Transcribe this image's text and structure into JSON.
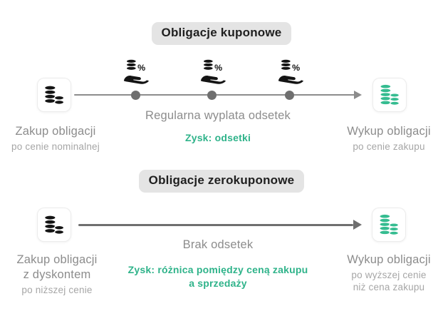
{
  "diagram": {
    "sections": [
      {
        "badge": "Obligacje kuponowe",
        "start": {
          "icon": "black-coins-icon",
          "title": "Zakup obligacji",
          "subtitle": "po cenie nominalnej"
        },
        "timeline": {
          "label": "Regularna wyplata odsetek",
          "profit": "Zysk: odsetki",
          "milestone_count": 3,
          "milestone_icon": "coins-percent-hand-icon",
          "percent_symbol": "%"
        },
        "end": {
          "icon": "green-coins-icon",
          "title": "Wykup obligacji",
          "subtitle": "po cenie zakupu"
        }
      },
      {
        "badge": "Obligacje zerokuponowe",
        "start": {
          "icon": "black-coins-icon",
          "title": "Zakup obligacji",
          "title2": "z dyskontem",
          "subtitle": "po niższej cenie"
        },
        "timeline": {
          "label": "Brak odsetek",
          "profit": "Zysk: różnica pomiędzy ceną zakupu",
          "profit2": "a sprzedaży",
          "milestone_count": 0
        },
        "end": {
          "icon": "green-coins-icon",
          "title": "Wykup obligacji",
          "subtitle": "po wyższej cenie",
          "subtitle2": "niż cena zakupu"
        }
      }
    ],
    "colors": {
      "accent_green_text": "#2fb38a",
      "icon_green": "#35bc90",
      "icon_black": "#141414",
      "label_gray": "#8c8c8c",
      "sublabel_gray": "#a6a6a6",
      "badge_bg": "#e4e4e4",
      "badge_text": "#1f1f1f",
      "line_gray": "#8c8c8c",
      "dot_gray": "#6f6f6f",
      "background": "#ffffff"
    }
  }
}
